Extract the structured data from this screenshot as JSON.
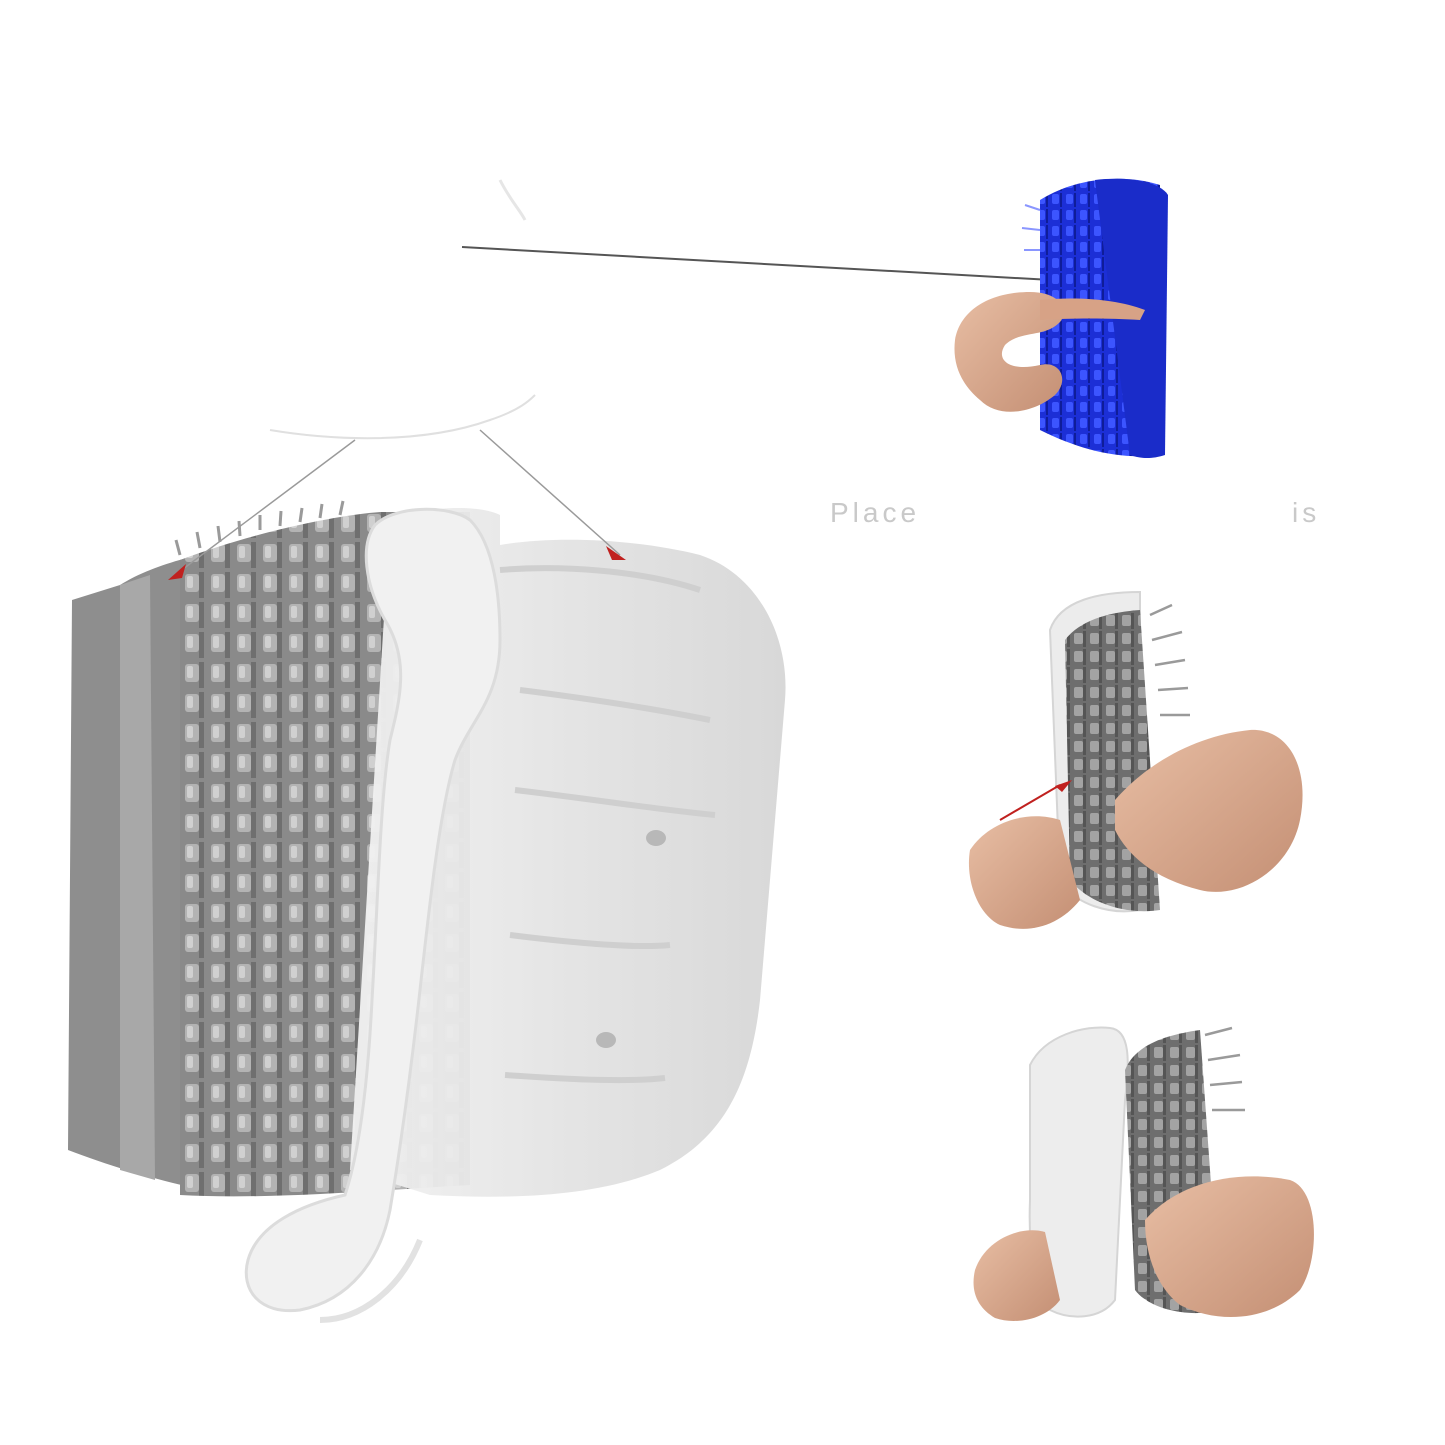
{
  "photo": {
    "caption_left": "Place",
    "caption_right": "is",
    "colors": {
      "background": "#ffffff",
      "brush_blue": "#1c2fd6",
      "brush_gray": "#7a7a7a",
      "shell_clear": "#e9e9e9",
      "arrow_red": "#c0211f",
      "skin": "#d9a88c"
    },
    "objects": [
      "grooming-brush-gray",
      "clear-mounting-shell",
      "blue-brush-in-hand",
      "brush-insert-step",
      "brush-remove-step"
    ]
  }
}
